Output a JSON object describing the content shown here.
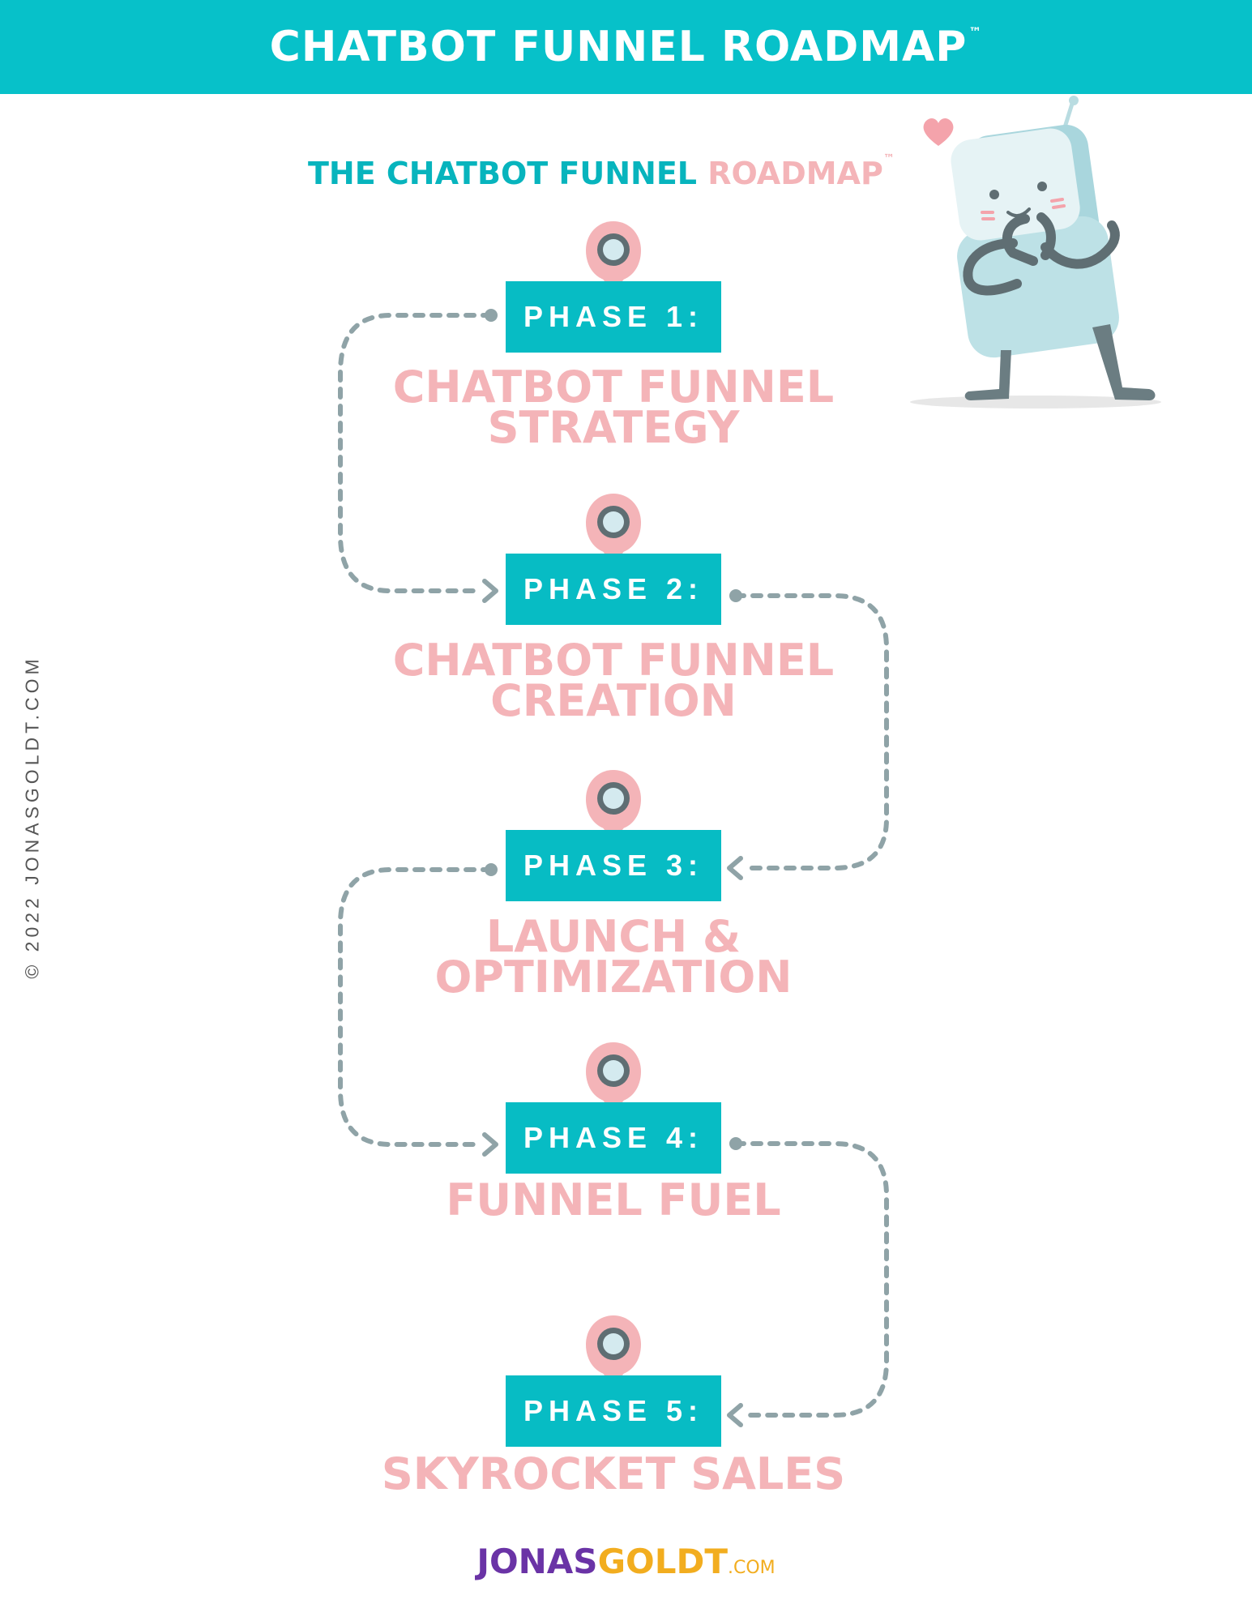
{
  "header": {
    "title": "CHATBOT FUNNEL ROADMAP",
    "tm": "™",
    "bg_color": "#07c1c9"
  },
  "subtitle": {
    "part1": "THE CHATBOT FUNNEL ",
    "part2": "ROADMAP",
    "tm": "™"
  },
  "phases": [
    {
      "label": "PHASE 1:",
      "name_line1": "CHATBOT FUNNEL",
      "name_line2": "STRATEGY"
    },
    {
      "label": "PHASE 2:",
      "name_line1": "CHATBOT FUNNEL",
      "name_line2": "CREATION"
    },
    {
      "label": "PHASE 3:",
      "name_line1": "LAUNCH &",
      "name_line2": "OPTIMIZATION"
    },
    {
      "label": "PHASE 4:",
      "name_line1": "FUNNEL FUEL",
      "name_line2": ""
    },
    {
      "label": "PHASE 5:",
      "name_line1": "SKYROCKET SALES",
      "name_line2": ""
    }
  ],
  "copyright": "© 2022 JONASGOLDT.COM",
  "brand": {
    "part1": "JONAS",
    "part2": "GOLDT",
    "part3": ".COM"
  },
  "colors": {
    "teal": "#07bcc4",
    "pink": "#f4b4b8",
    "connector": "#8fa3a7",
    "purple": "#6a33a6",
    "gold": "#f2ad1f"
  },
  "icons": [
    "map-pin-icon",
    "robot-illustration",
    "heart-icon"
  ]
}
